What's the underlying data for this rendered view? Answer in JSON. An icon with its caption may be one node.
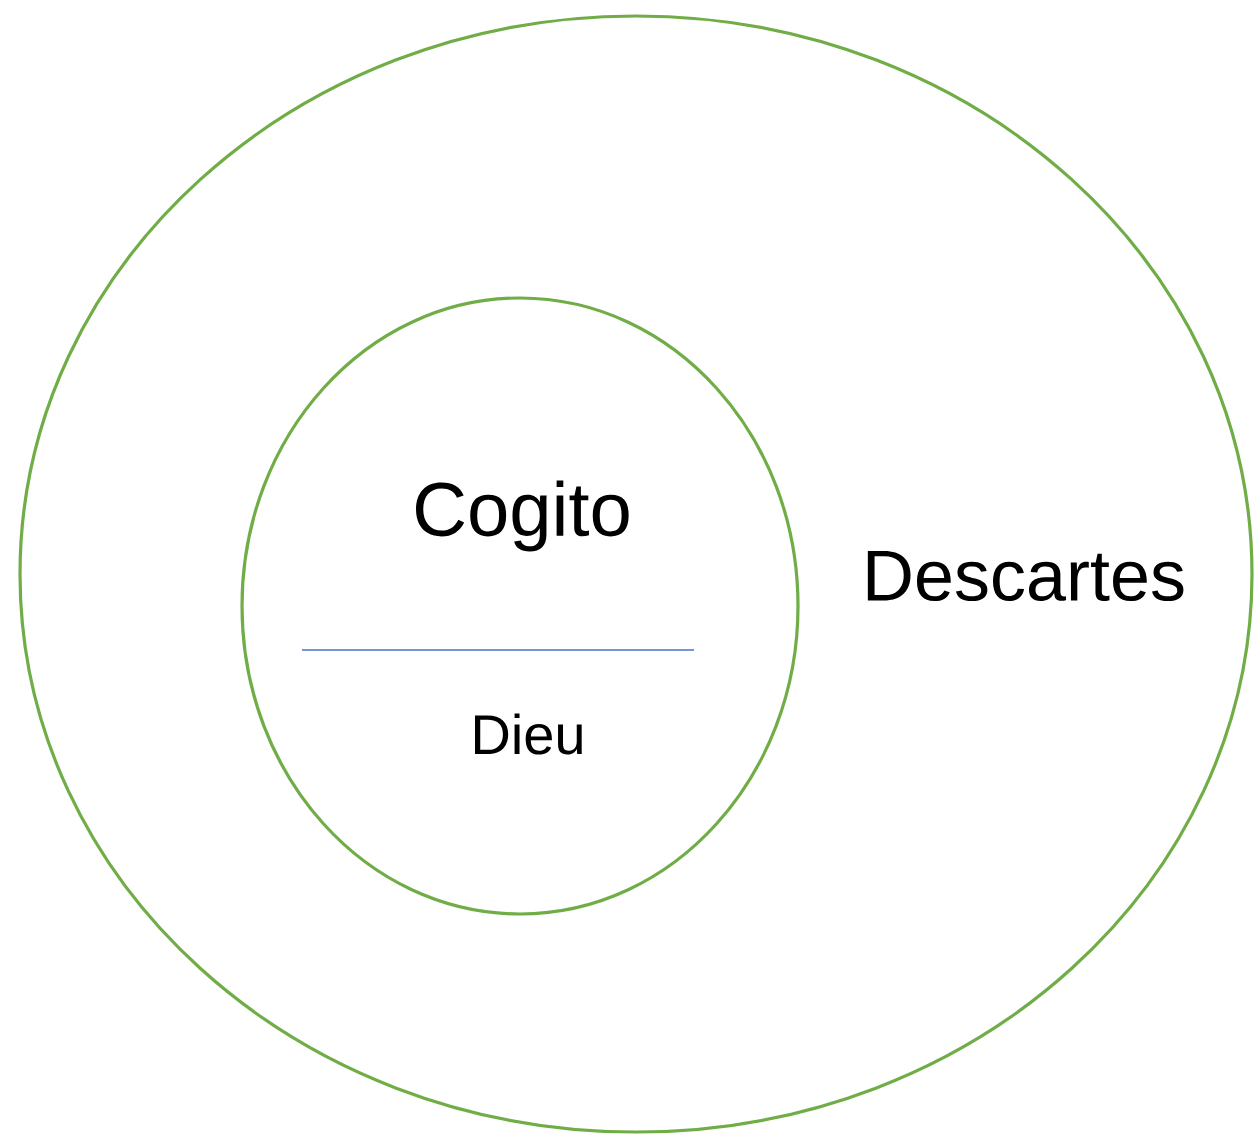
{
  "diagram": {
    "nodes": [
      {
        "text": [
          "Descartes"
        ]
      },
      {
        "text": [
          "Cogito",
          "Dieu"
        ],
        "in": 0
      }
    ]
  }
}
